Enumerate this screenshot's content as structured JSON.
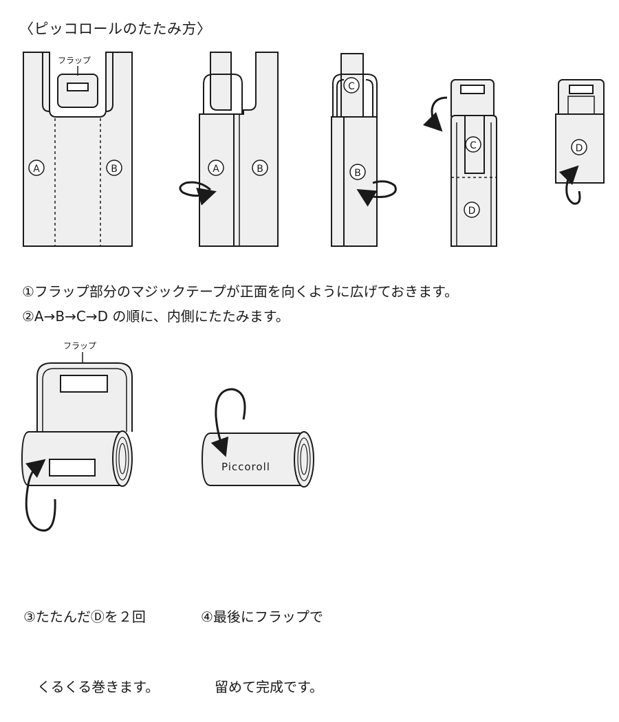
{
  "title": "〈ピッコロールのたたみ方〉",
  "labels": {
    "flap": "フラップ",
    "a": "A",
    "b": "B",
    "c": "C",
    "d": "D",
    "brand": "Piccoroll"
  },
  "instructions": {
    "step1": "①フラップ部分のマジックテープが正面を向くように広げておきます。",
    "step2": "②A→B→C→D の順に、内側にたたみます。"
  },
  "captions": {
    "step3_line1": "③たたんだⒹを２回",
    "step3_line2": "　くるくる巻きます。",
    "step4_line1": "④最後にフラップで",
    "step4_line2": "　留めて完成です。"
  },
  "colors": {
    "fill": "#efefef",
    "stroke": "#1a1a1a"
  }
}
